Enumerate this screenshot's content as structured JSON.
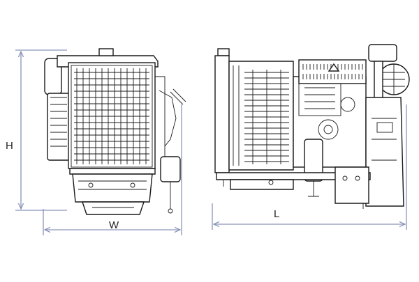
{
  "dimensions": {
    "height_label": "H",
    "width_label": "W",
    "length_label": "L"
  },
  "colors": {
    "dimension_line": "#8a94b8",
    "outline": "#1a1a1a",
    "background": "#ffffff"
  },
  "views": [
    "front-view",
    "side-view"
  ]
}
